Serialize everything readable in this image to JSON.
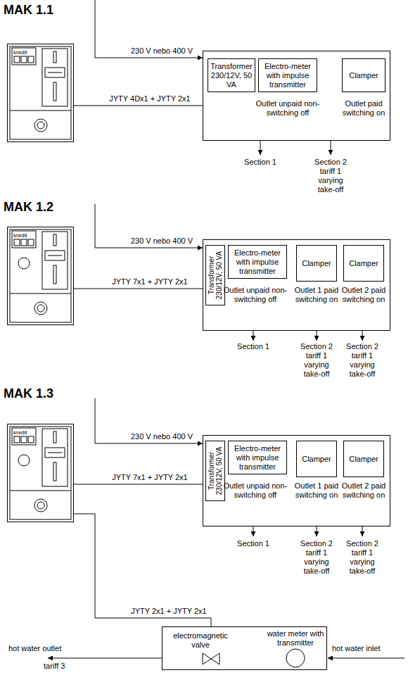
{
  "diagram": {
    "nodes": [
      {
        "text": [
          "kredit"
        ]
      },
      {
        "text": [
          "Outlet unpaid non-switching off",
          "Outlet paid switching on"
        ]
      },
      {
        "text": [
          "Transformer 230/12V, 50 VA"
        ],
        "in": 1
      },
      {
        "text": [
          "Electro-meter with impulse transmitter"
        ],
        "in": 1
      },
      {
        "text": [
          "Clamper"
        ],
        "in": 1
      },
      {
        "text": [
          "kredit"
        ]
      },
      {
        "text": [
          "Outlet unpaid non-switching off",
          "Outlet 1 paid switching on",
          "Outlet 2 paid switching on"
        ]
      },
      {
        "text": [
          "Transformer 230/12V, 50 VA"
        ],
        "in": 6
      },
      {
        "text": [
          "Electro-meter with impulse transmitter"
        ],
        "in": 6
      },
      {
        "text": [
          "Clamper"
        ],
        "in": 6
      },
      {
        "text": [
          "Clamper"
        ],
        "in": 6
      },
      {
        "text": [
          "kredit"
        ]
      },
      {
        "text": [
          "Outlet unpaid non-switching off",
          "Outlet 1 paid switching on",
          "Outlet 2 paid switching on"
        ]
      },
      {
        "text": [
          "Transformer 230/12V, 50 VA"
        ],
        "in": 12
      },
      {
        "text": [
          "Electro-meter with impulse transmitter"
        ],
        "in": 12
      },
      {
        "text": [
          "Clamper"
        ],
        "in": 12
      },
      {
        "text": [
          "Clamper"
        ],
        "in": 12
      },
      {
        "text": [
          "water meter with transmitter",
          "electromagnetic valve"
        ]
      }
    ],
    "edges": [
      {
        "from": 0,
        "to": 1,
        "label": "JYTY 4Dx1 + JYTY 2x1",
        "arrow": "none"
      },
      {
        "from": 5,
        "to": 6,
        "label": "JYTY 7x1 + JYTY 2x1",
        "arrow": "none"
      },
      {
        "from": 11,
        "to": 12,
        "label": "JYTY 7x1 + JYTY 2x1",
        "arrow": "none"
      },
      {
        "from": 11,
        "to": 17,
        "label": "JYTY 2x1 + JYTY 2x1",
        "arrow": "none"
      }
    ],
    "labels": [
      "MAK 1.1",
      "230 V nebo 400 V",
      "Section 1",
      "Section 2 tariff 1 varying take-off",
      "MAK 1.2",
      "230 V nebo 400 V",
      "Section 1",
      "Section 2 tariff 1 varying take-off",
      "Section 2 tariff 1 varying take-off",
      "MAK 1.3",
      "230 V nebo 400 V",
      "Section 1",
      "Section 2 tariff 1 varying take-off",
      "Section 2 tariff 1 varying take-off",
      "hot water outlet",
      "tariff 3",
      "hot water inlet"
    ]
  }
}
